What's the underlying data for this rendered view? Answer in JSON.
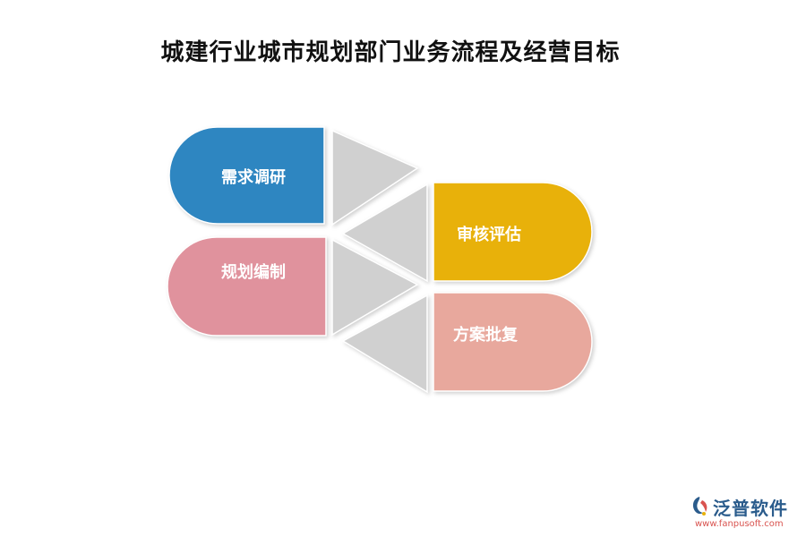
{
  "title": "城建行业城市规划部门业务流程及经营目标",
  "colors": {
    "step1": "#2e86c1",
    "step2": "#e8b10a",
    "step3": "#e0929d",
    "step4": "#e8a89d",
    "arrow": "#d0d0d0"
  },
  "steps": [
    {
      "label": "需求调研"
    },
    {
      "label": "审核评估"
    },
    {
      "label": "规划编制"
    },
    {
      "label": "方案批复"
    }
  ],
  "watermark": {
    "name": "泛普软件",
    "url": "www.fanpusoft.com",
    "icon": "fanpu-logo-icon"
  }
}
